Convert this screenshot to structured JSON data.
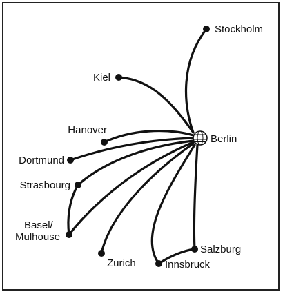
{
  "map": {
    "hub": {
      "name": "Berlin"
    },
    "destinations": [
      {
        "id": "stockholm",
        "name": "Stockholm"
      },
      {
        "id": "kiel",
        "name": "Kiel"
      },
      {
        "id": "hanover",
        "name": "Hanover"
      },
      {
        "id": "dortmund",
        "name": "Dortmund"
      },
      {
        "id": "strasbourg",
        "name": "Strasbourg"
      },
      {
        "id": "basel",
        "name_line1": "Basel/",
        "name_line2": "Mulhouse"
      },
      {
        "id": "zurich",
        "name": "Zurich"
      },
      {
        "id": "innsbruck",
        "name": "Innsbruck"
      },
      {
        "id": "salzburg",
        "name": "Salzburg"
      }
    ]
  }
}
